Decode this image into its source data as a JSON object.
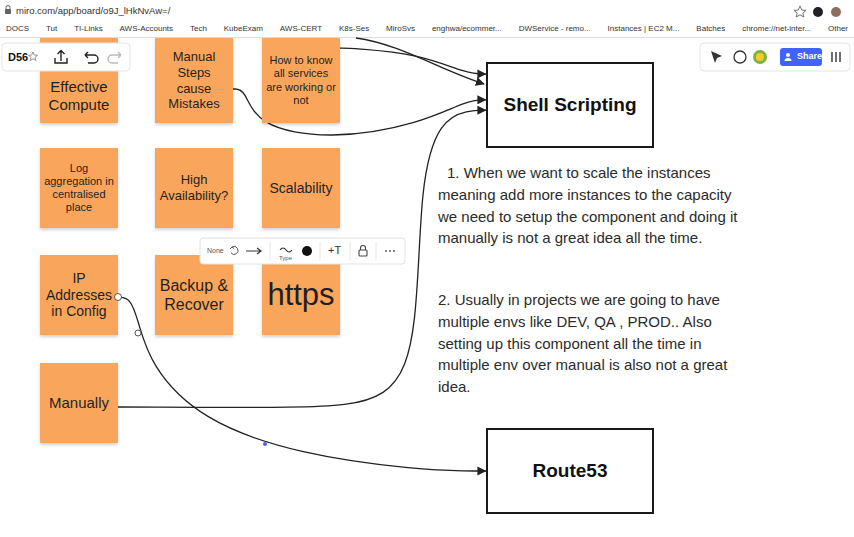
{
  "diagram": {
    "nodes": [
      {
        "text": [
          "Effective Compute"
        ]
      },
      {
        "text": [
          "Manual Steps cause Mistakes"
        ]
      },
      {
        "text": [
          "How to know all services are working or not"
        ]
      },
      {
        "text": [
          "Shell Scripting"
        ]
      },
      {
        "text": [
          "Log aggregation in centralised place"
        ]
      },
      {
        "text": [
          "High Availability?"
        ]
      },
      {
        "text": [
          "Scalability"
        ]
      },
      {
        "text": [
          "IP Addresses in Config"
        ]
      },
      {
        "text": [
          "Backup & Recover"
        ]
      },
      {
        "text": [
          "https"
        ]
      },
      {
        "text": [
          "Manually"
        ]
      },
      {
        "text": [
          "Route53"
        ]
      }
    ],
    "edges": [
      {
        "from": 1,
        "to": 3,
        "arrow": "to"
      },
      {
        "from": 2,
        "to": 3,
        "arrow": "to"
      },
      {
        "from": 10,
        "to": 3,
        "arrow": "to"
      },
      {
        "from": 7,
        "to": 11,
        "arrow": "to"
      }
    ],
    "labels": [
      "miro.com/app/board/o9J_lHkNvAw=/",
      "DOCS",
      "Tut",
      "TI-Links",
      "AWS-Accounts",
      "Tech",
      "KubeExam",
      "AWS-CERT",
      "K8s-Ses",
      "MiroSvs",
      "enghwa/ecommer...",
      "DWService - remo...",
      "Instances | EC2 M...",
      "Batches",
      "chrome://net-inter...",
      "Other",
      "D56",
      "Share",
      "None",
      "Type",
      "+T",
      "1. When we want to scale the instances meaning add more instances to the capacity we need to setup the component and doing it manually is not a great idea all the time.",
      "2. Usually in projects we are going to have multiple envs like DEV, QA , PROD.. Also setting up this component all the time in multiple env over manual is also not a great idea."
    ]
  }
}
